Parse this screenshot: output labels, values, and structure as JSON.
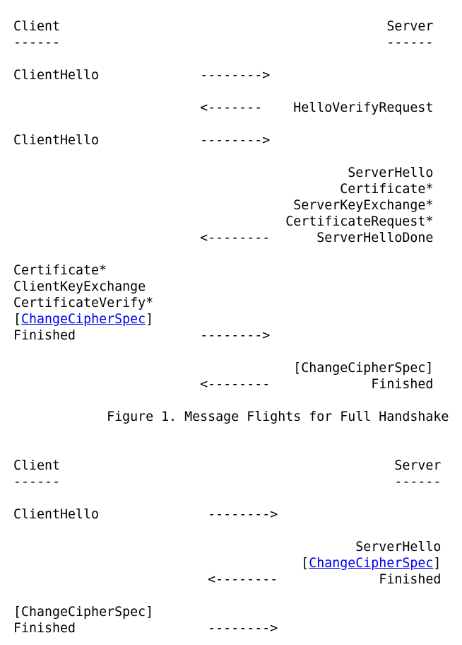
{
  "document": {
    "background_color": "#ffffff",
    "text_color": "#000000",
    "link_color": "#0000ee",
    "link_text": "ChangeCipherSpec"
  },
  "figures": [
    {
      "name": "figure-1-full-handshake",
      "caption": "Figure 1. Message Flights for Full Handshake",
      "lines": [
        {
          "name": "column-headers",
          "segments": [
            {
              "text": "Client",
              "name": "client-label"
            },
            {
              "pad": 42
            },
            {
              "text": "Server",
              "name": "server-label"
            }
          ]
        },
        {
          "name": "column-underlines",
          "segments": [
            {
              "text": "------",
              "name": "client-underline"
            },
            {
              "pad": 42
            },
            {
              "text": "------",
              "name": "server-underline"
            }
          ]
        },
        {
          "name": "blank-line",
          "segments": []
        },
        {
          "name": "flight-clienthello-1",
          "segments": [
            {
              "text": "ClientHello",
              "name": "message-clienthello"
            },
            {
              "pad": 13
            },
            {
              "text": "-------->",
              "name": "arrow-right"
            }
          ]
        },
        {
          "name": "blank-line",
          "segments": []
        },
        {
          "name": "flight-helloverifyrequest",
          "segments": [
            {
              "pad": 24
            },
            {
              "text": "<-------",
              "name": "arrow-left"
            },
            {
              "pad": 4
            },
            {
              "text": "HelloVerifyRequest",
              "name": "message-helloverifyrequest"
            }
          ]
        },
        {
          "name": "blank-line",
          "segments": []
        },
        {
          "name": "flight-clienthello-2",
          "segments": [
            {
              "text": "ClientHello",
              "name": "message-clienthello"
            },
            {
              "pad": 13
            },
            {
              "text": "-------->",
              "name": "arrow-right"
            }
          ]
        },
        {
          "name": "blank-line",
          "segments": []
        },
        {
          "name": "server-flight-serverhello",
          "segments": [
            {
              "pad": 43
            },
            {
              "text": "ServerHello",
              "name": "message-serverhello"
            }
          ]
        },
        {
          "name": "server-flight-certificate",
          "segments": [
            {
              "pad": 42
            },
            {
              "text": "Certificate*",
              "name": "message-certificate"
            }
          ]
        },
        {
          "name": "server-flight-serverkeyexchange",
          "segments": [
            {
              "pad": 36
            },
            {
              "text": "ServerKeyExchange*",
              "name": "message-serverkeyexchange"
            }
          ]
        },
        {
          "name": "server-flight-certificaterequest",
          "segments": [
            {
              "pad": 35
            },
            {
              "text": "CertificateRequest*",
              "name": "message-certificaterequest"
            }
          ]
        },
        {
          "name": "server-flight-serverhellodone",
          "segments": [
            {
              "pad": 24
            },
            {
              "text": "<--------",
              "name": "arrow-left"
            },
            {
              "pad": 6
            },
            {
              "text": "ServerHelloDone",
              "name": "message-serverhellodone"
            }
          ]
        },
        {
          "name": "blank-line",
          "segments": []
        },
        {
          "name": "client-flight-certificate",
          "segments": [
            {
              "text": "Certificate*",
              "name": "message-certificate"
            }
          ]
        },
        {
          "name": "client-flight-clientkeyexchange",
          "segments": [
            {
              "text": "ClientKeyExchange",
              "name": "message-clientkeyexchange"
            }
          ]
        },
        {
          "name": "client-flight-certificateverify",
          "segments": [
            {
              "text": "CertificateVerify*",
              "name": "message-certificateverify"
            }
          ]
        },
        {
          "name": "client-flight-changecipherspec",
          "segments": [
            {
              "text": "[",
              "name": "bracket-open"
            },
            {
              "link": "ChangeCipherSpec"
            },
            {
              "text": "]",
              "name": "bracket-close"
            }
          ]
        },
        {
          "name": "client-flight-finished",
          "segments": [
            {
              "text": "Finished",
              "name": "message-finished"
            },
            {
              "pad": 16
            },
            {
              "text": "-------->",
              "name": "arrow-right"
            }
          ]
        },
        {
          "name": "blank-line",
          "segments": []
        },
        {
          "name": "server-flight-changecipherspec",
          "segments": [
            {
              "pad": 36
            },
            {
              "text": "[ChangeCipherSpec]",
              "name": "message-changecipherspec"
            }
          ]
        },
        {
          "name": "server-flight-finished",
          "segments": [
            {
              "pad": 24
            },
            {
              "text": "<--------",
              "name": "arrow-left"
            },
            {
              "pad": 13
            },
            {
              "text": "Finished",
              "name": "message-finished"
            }
          ]
        },
        {
          "name": "blank-line",
          "segments": []
        },
        {
          "name": "figure-caption",
          "segments": [
            {
              "pad": 12
            },
            {
              "text": "Figure 1. Message Flights for Full Handshake",
              "name": "caption-text"
            }
          ]
        }
      ]
    },
    {
      "name": "figure-2-session-resuming-handshake",
      "caption": "",
      "lines": [
        {
          "name": "column-headers",
          "segments": [
            {
              "text": "Client",
              "name": "client-label"
            },
            {
              "pad": 43
            },
            {
              "text": "Server",
              "name": "server-label"
            }
          ]
        },
        {
          "name": "column-underlines",
          "segments": [
            {
              "text": "------",
              "name": "client-underline"
            },
            {
              "pad": 43
            },
            {
              "text": "------",
              "name": "server-underline"
            }
          ]
        },
        {
          "name": "blank-line",
          "segments": []
        },
        {
          "name": "flight-clienthello",
          "segments": [
            {
              "text": "ClientHello",
              "name": "message-clienthello"
            },
            {
              "pad": 14
            },
            {
              "text": "-------->",
              "name": "arrow-right"
            }
          ]
        },
        {
          "name": "blank-line",
          "segments": []
        },
        {
          "name": "server-flight-serverhello",
          "segments": [
            {
              "pad": 44
            },
            {
              "text": "ServerHello",
              "name": "message-serverhello"
            }
          ]
        },
        {
          "name": "server-flight-changecipherspec",
          "segments": [
            {
              "pad": 37
            },
            {
              "text": "[",
              "name": "bracket-open"
            },
            {
              "link": "ChangeCipherSpec"
            },
            {
              "text": "]",
              "name": "bracket-close"
            }
          ]
        },
        {
          "name": "server-flight-finished",
          "segments": [
            {
              "pad": 25
            },
            {
              "text": "<--------",
              "name": "arrow-left"
            },
            {
              "pad": 13
            },
            {
              "text": "Finished",
              "name": "message-finished"
            }
          ]
        },
        {
          "name": "blank-line",
          "segments": []
        },
        {
          "name": "client-flight-changecipherspec",
          "segments": [
            {
              "text": "[ChangeCipherSpec]",
              "name": "message-changecipherspec"
            }
          ]
        },
        {
          "name": "client-flight-finished",
          "segments": [
            {
              "text": "Finished",
              "name": "message-finished"
            },
            {
              "pad": 17
            },
            {
              "text": "-------->",
              "name": "arrow-right"
            }
          ]
        }
      ]
    }
  ]
}
